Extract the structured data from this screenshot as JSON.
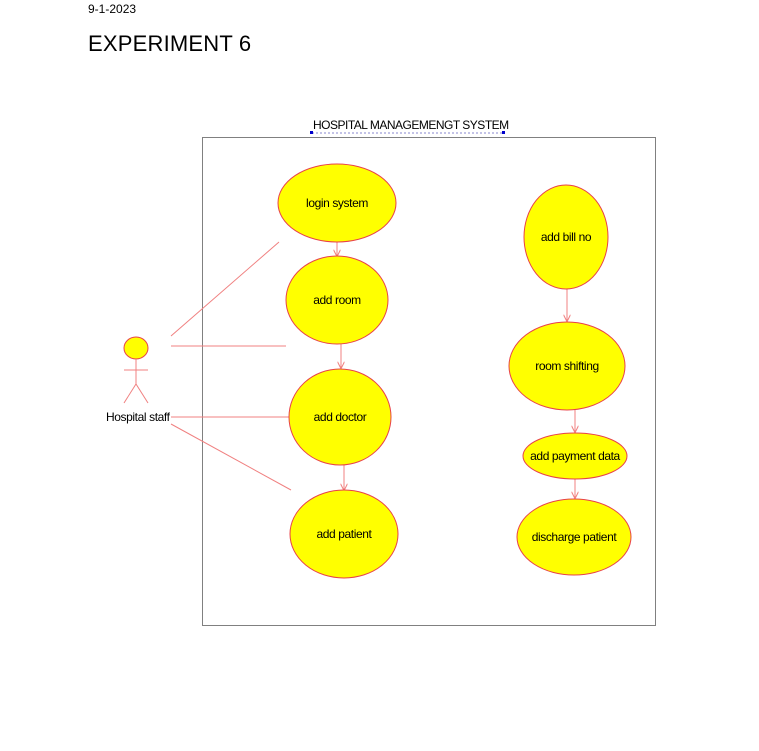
{
  "header": {
    "date": "9-1-2023",
    "title": "EXPERIMENT 6"
  },
  "diagram": {
    "system_title": "HOSPITAL MANAGEMENGT SYSTEM",
    "actor": {
      "name": "Hospital staff"
    },
    "use_cases": [
      {
        "id": "login",
        "label": "login system"
      },
      {
        "id": "room",
        "label": "add room"
      },
      {
        "id": "doctor",
        "label": "add doctor"
      },
      {
        "id": "patient",
        "label": "add patient"
      },
      {
        "id": "bill",
        "label": "add bill no"
      },
      {
        "id": "shift",
        "label": "room shifting"
      },
      {
        "id": "payment",
        "label": "add payment data"
      },
      {
        "id": "discharge",
        "label": "discharge patient"
      }
    ],
    "colors": {
      "use_case_fill": "#ffff00",
      "use_case_stroke": "#e8414a",
      "association": "#f08080",
      "system_border": "#808080",
      "title_marker": "#0000cc"
    }
  }
}
